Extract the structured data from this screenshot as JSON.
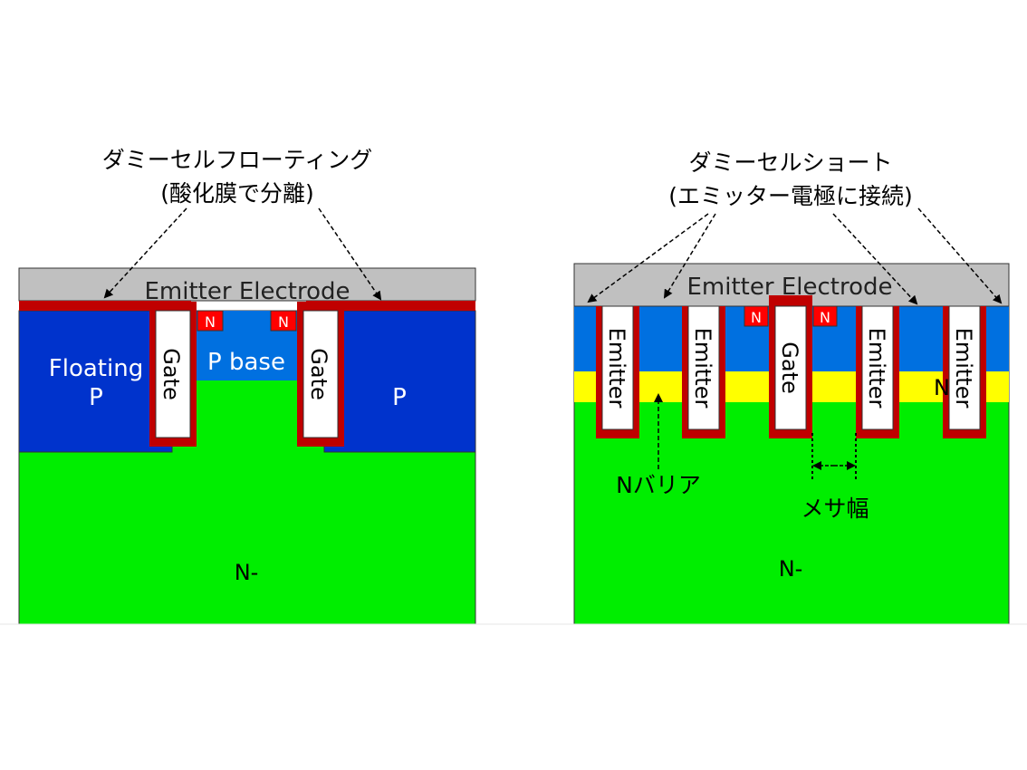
{
  "colors": {
    "electrode": "#c0c0c0",
    "contact": "#c00000",
    "floating_p": "#0033cc",
    "p_base": "#0070e0",
    "n_minus": "#00ee00",
    "n_barrier": "#ffff00",
    "n_plus": "#ff0000",
    "trench_fill": "#ffffff"
  },
  "left": {
    "title_line1": "ダミーセルフローティング",
    "title_line2": "(酸化膜で分離)",
    "electrode_label": "Emitter Electrode",
    "floating_label_line1": "Floating",
    "floating_label_line2": "P",
    "right_p_label": "P",
    "p_base_label": "P base",
    "gate_left_label": "Gate",
    "gate_right_label": "Gate",
    "n_left_label": "N",
    "n_right_label": "N",
    "drift_label": "N-"
  },
  "right": {
    "title_line1": "ダミーセルショート",
    "title_line2": "(エミッター電極に接続)",
    "electrode_label": "Emitter Electrode",
    "trench_labels": [
      "Emitter",
      "Emitter",
      "Gate",
      "Emitter",
      "Emitter"
    ],
    "n_left_label": "N",
    "n_right_label": "N",
    "n_barrier_partial": "N",
    "n_barrier_annotation": "Nバリア",
    "mesa_annotation": "メサ幅",
    "drift_label": "N-"
  }
}
